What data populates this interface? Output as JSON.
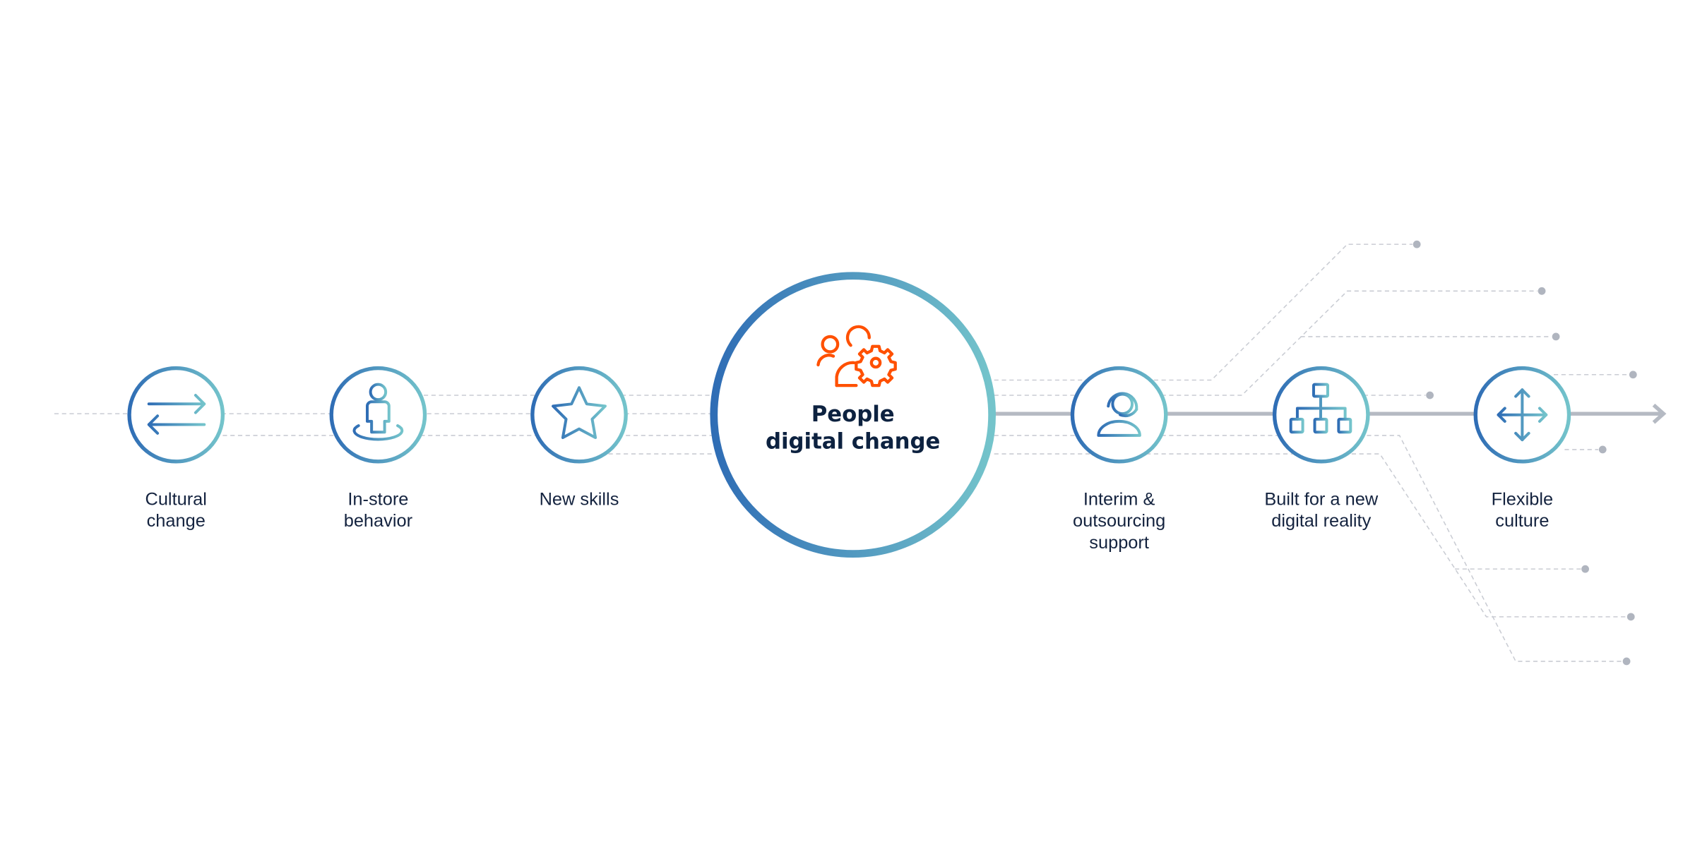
{
  "center": {
    "line1": "People",
    "line2": "digital change",
    "icon": "people-gear-icon",
    "icon_color": "#ff5000"
  },
  "steps_left": [
    {
      "lines": [
        "Cultural",
        "change"
      ],
      "icon": "swap-arrows-icon"
    },
    {
      "lines": [
        "In-store",
        "behavior"
      ],
      "icon": "person-on-spot-icon"
    },
    {
      "lines": [
        "New skills"
      ],
      "icon": "star-icon"
    }
  ],
  "steps_right": [
    {
      "lines": [
        "Interim &",
        "outsourcing",
        "support"
      ],
      "icon": "headset-agent-icon"
    },
    {
      "lines": [
        "Built for a new",
        "digital reality"
      ],
      "icon": "org-chart-icon"
    },
    {
      "lines": [
        "Flexible",
        "culture"
      ],
      "icon": "move-arrows-icon"
    }
  ],
  "colors": {
    "gradient_start": "#2f6db5",
    "gradient_end": "#74c4cb",
    "text": "#0d2240",
    "line": "#b5bac3"
  }
}
